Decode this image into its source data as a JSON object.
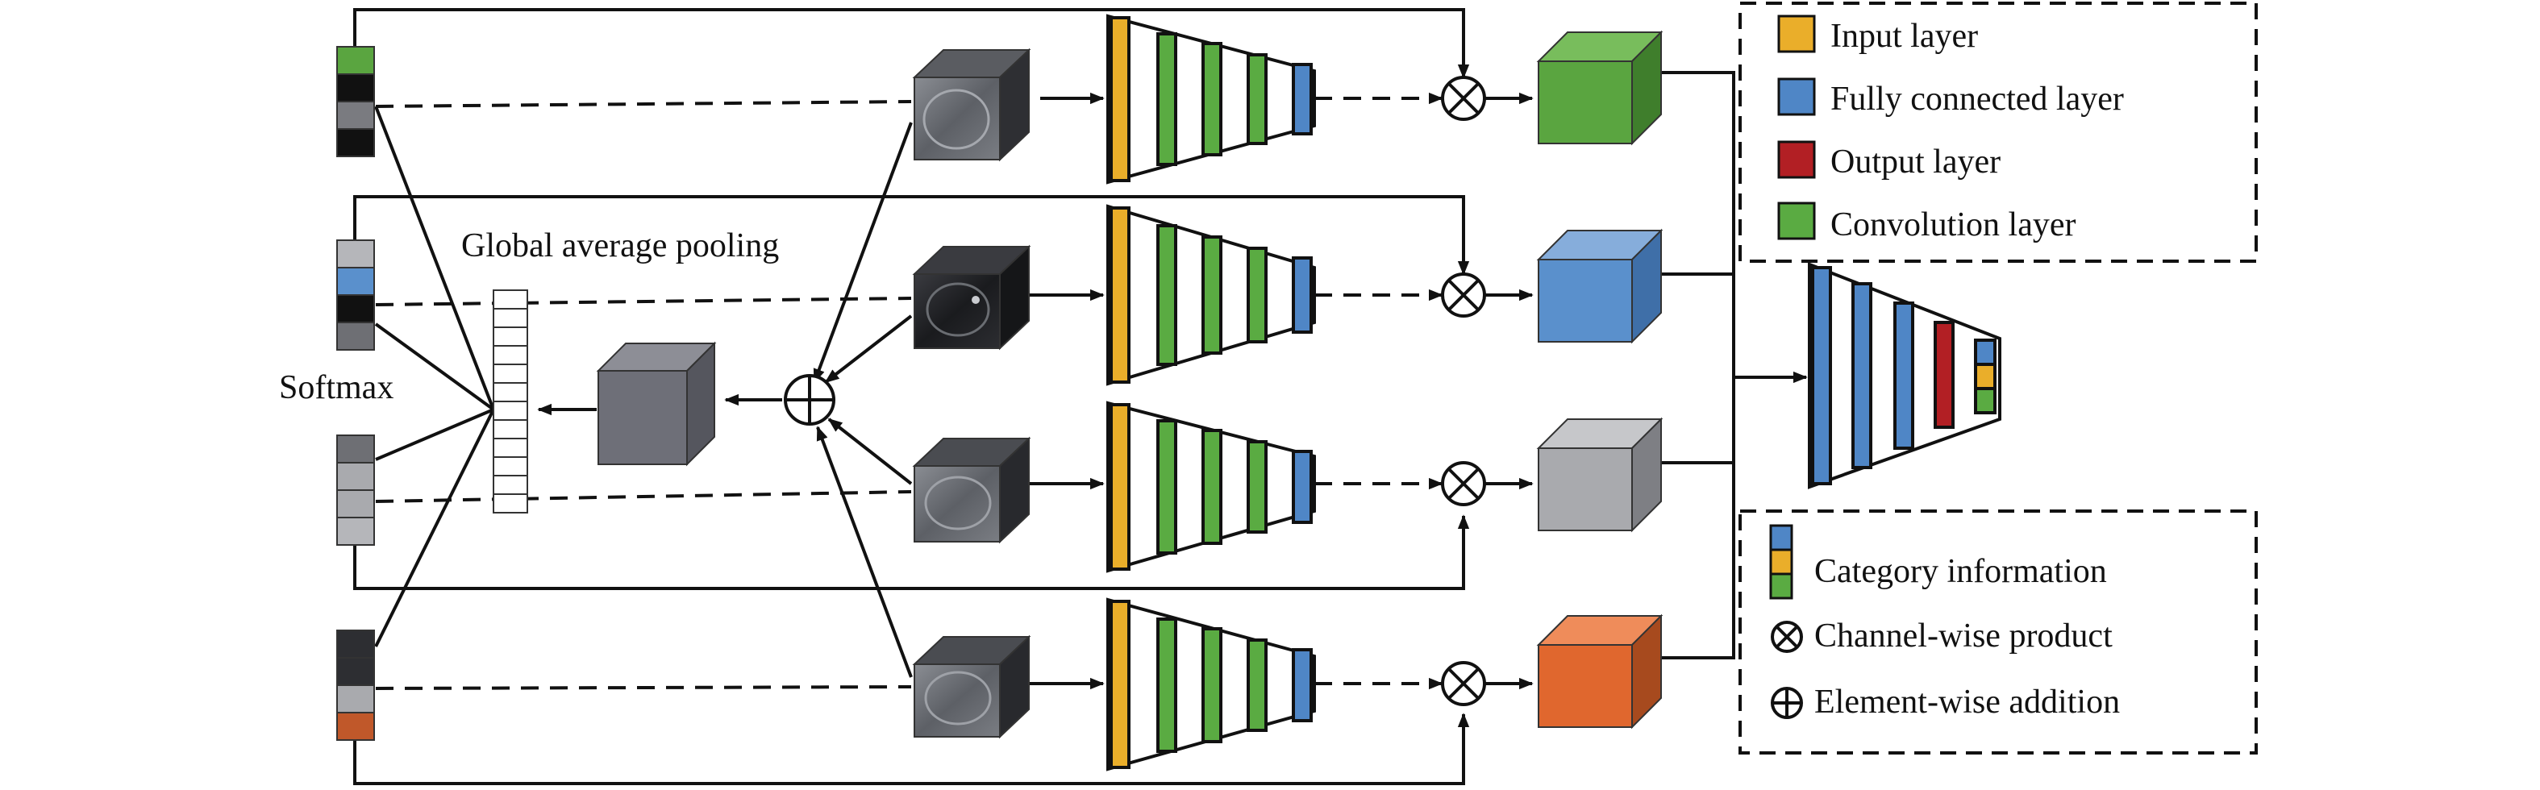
{
  "labels": {
    "gap": "Global average pooling",
    "softmax": "Softmax"
  },
  "legend_top": {
    "items": [
      {
        "label": "Input layer",
        "color": "#eaae2a"
      },
      {
        "label": "Fully connected layer",
        "color": "#4f86c6"
      },
      {
        "label": "Output layer",
        "color": "#b21f24"
      },
      {
        "label": "Convolution layer",
        "color": "#5aab42"
      }
    ]
  },
  "legend_bottom": {
    "category": "Category information",
    "channel_product": "Channel-wise product",
    "element_addition": "Element-wise addition"
  },
  "colors": {
    "input_layer": "#eaae2a",
    "fc_layer": "#4f86c6",
    "output_layer": "#b21f24",
    "conv_layer": "#5aab42",
    "branch_green": "#5aa540",
    "branch_blue": "#5a90cc",
    "branch_gray": "#a9aaae",
    "branch_orange": "#e0672e",
    "pooled_cube": "#6e6f78",
    "line": "#111111"
  },
  "icons": [
    "channel-product-icon",
    "element-addition-icon"
  ]
}
